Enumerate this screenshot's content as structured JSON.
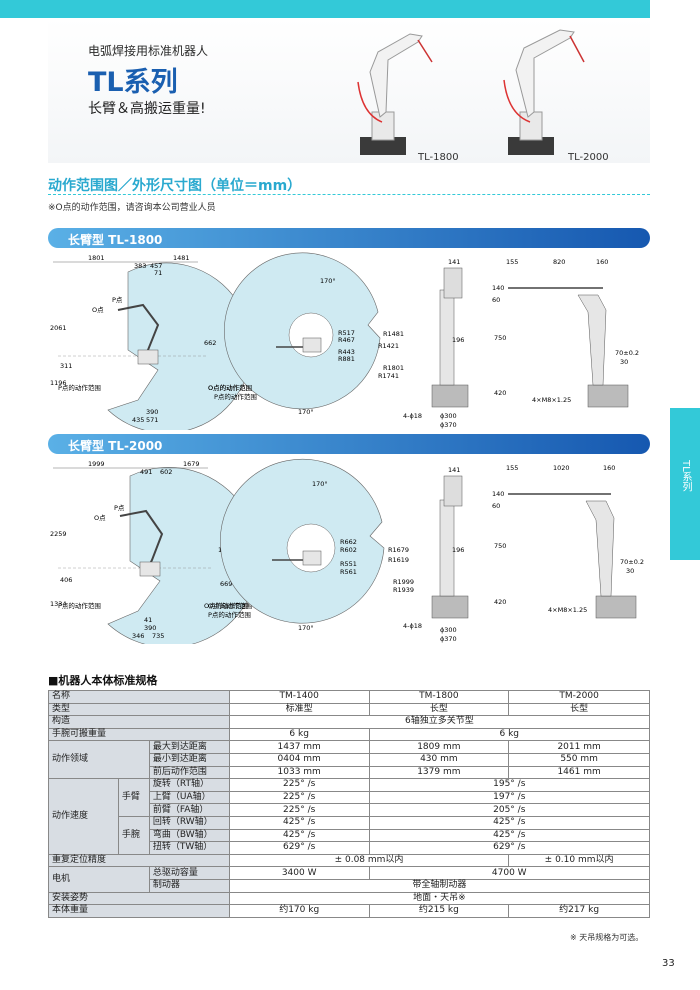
{
  "header": {
    "subtitle": "电弧焊接用标准机器人",
    "series": "TL系列",
    "tagline": "长臂＆高搬运重量!",
    "robots": [
      "TL-1800",
      "TL-2000"
    ]
  },
  "section": {
    "title": "动作范围图／外形尺寸图（单位＝mm）",
    "note": "※O点的动作范围，请咨询本公司营业人员"
  },
  "bands": [
    {
      "label": "长臂型 TL-1800"
    },
    {
      "label": "长臂型 TL-2000"
    }
  ],
  "side_tab": "TL系列",
  "diagram1": {
    "side": {
      "dims": [
        "1801",
        "383",
        "457",
        "71",
        "1481",
        "2061",
        "311",
        "1196",
        "662",
        "390",
        "435",
        "571"
      ],
      "labels": [
        "P点",
        "O点",
        "P点的动作范围",
        "O点的动作范围"
      ]
    },
    "top": {
      "dims": [
        "170°",
        "R517",
        "R467",
        "R443",
        "R881",
        "R1481",
        "R1421",
        "R1801",
        "R1741",
        "170°"
      ],
      "labels": [
        "O点的动作范围",
        "P点的动作范围"
      ]
    },
    "front": {
      "dims": [
        "141",
        "196",
        "4-ϕ18",
        "ϕ300",
        "ϕ370"
      ]
    },
    "profile": {
      "dims": [
        "155",
        "820",
        "160",
        "140",
        "60",
        "750",
        "420",
        "70±0.2",
        "30",
        "4×M8×1.25"
      ]
    }
  },
  "diagram2": {
    "side": {
      "dims": [
        "1999",
        "491",
        "602",
        "1679",
        "2259",
        "1231",
        "406",
        "1334",
        "669",
        "41",
        "390",
        "346",
        "735"
      ],
      "labels": [
        "P点",
        "O点",
        "P点的动作范围",
        "O点的动作范围"
      ]
    },
    "top": {
      "dims": [
        "170°",
        "R662",
        "R602",
        "R551",
        "R561",
        "R1679",
        "R1619",
        "R1999",
        "R1939",
        "170°"
      ],
      "labels": [
        "O点的动作范围",
        "P点的动作范围"
      ]
    },
    "front": {
      "dims": [
        "141",
        "196",
        "4-ϕ18",
        "ϕ300",
        "ϕ370"
      ]
    },
    "profile": {
      "dims": [
        "155",
        "1020",
        "160",
        "140",
        "60",
        "750",
        "420",
        "70±0.2",
        "30",
        "4×M8×1.25"
      ]
    }
  },
  "spec": {
    "heading": "■机器人本体标准规格",
    "rows": {
      "name_lbl": "名称",
      "name": [
        "TM-1400",
        "TM-1800",
        "TM-2000"
      ],
      "type_lbl": "类型",
      "type": [
        "标准型",
        "长型",
        "长型"
      ],
      "struct_lbl": "构造",
      "struct": "6轴独立多关节型",
      "payload_lbl": "手腕可搬重量",
      "payload": [
        "6 kg",
        "6 kg"
      ],
      "motion_lbl": "动作领域",
      "max_lbl": "最大到达距离",
      "max": [
        "1437 mm",
        "1809 mm",
        "2011 mm"
      ],
      "min_lbl": "最小到达距离",
      "min": [
        "0404 mm",
        "430 mm",
        "550 mm"
      ],
      "front_lbl": "前后动作范围",
      "front": [
        "1033 mm",
        "1379 mm",
        "1461 mm"
      ],
      "speed_lbl": "动作速度",
      "arm_lbl": "手臂",
      "wrist_lbl": "手腕",
      "rt_lbl": "旋转（RT轴）",
      "rt": [
        "225°  /s",
        "195°  /s"
      ],
      "ua_lbl": "上臂（UA轴）",
      "ua": [
        "225°  /s",
        "197°  /s"
      ],
      "fa_lbl": "前臂（FA轴）",
      "fa": [
        "225°  /s",
        "205°  /s"
      ],
      "rw_lbl": "回转（RW轴）",
      "rw": [
        "425°  /s",
        "425°  /s"
      ],
      "bw_lbl": "弯曲（BW轴）",
      "bw": [
        "425°  /s",
        "425°  /s"
      ],
      "tw_lbl": "扭转（TW轴）",
      "tw": [
        "629°  /s",
        "629°  /s"
      ],
      "rep_lbl": "重复定位精度",
      "rep": [
        "± 0.08 mm以内",
        "± 0.10 mm以内"
      ],
      "motor_lbl": "电机",
      "cap_lbl": "总驱动容量",
      "cap": [
        "3400 W",
        "4700 W"
      ],
      "brake_lbl": "制动器",
      "brake": "带全轴制动器",
      "mount_lbl": "安装姿势",
      "mount": "地面・天吊※",
      "weight_lbl": "本体重量",
      "weight": [
        "约170 kg",
        "约215 kg",
        "约217 kg"
      ]
    },
    "footnote": "※ 天吊规格为可选。"
  },
  "page_number": "33"
}
